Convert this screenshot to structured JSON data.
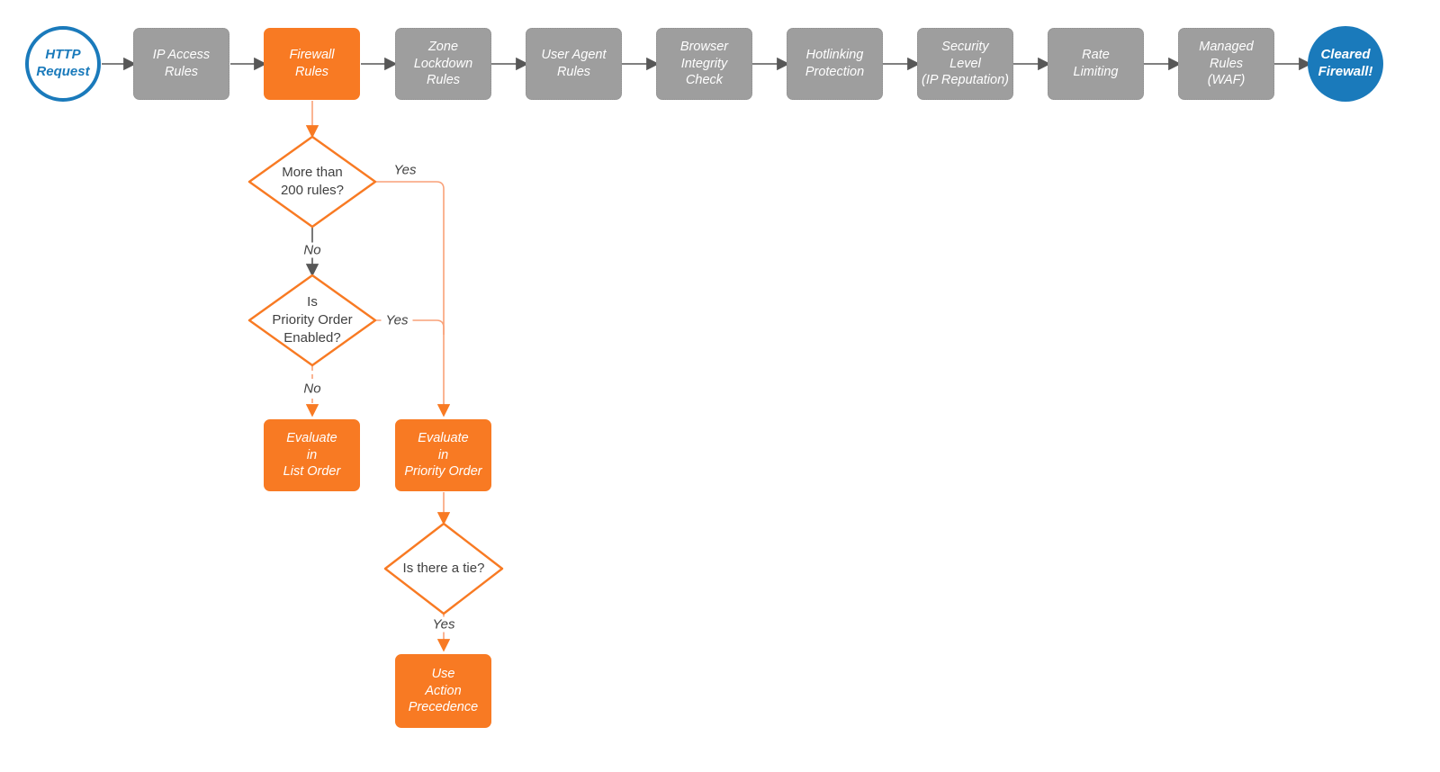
{
  "theme": {
    "orange": "#F87A23",
    "orange-line": "#F9A178",
    "gray-node": "#9E9E9E",
    "gray-node-border": "#8F8F8F",
    "blue": "#1A7ABB",
    "line-gray": "#575757",
    "text-dark": "#414141",
    "node-text": "#FFFFFF",
    "canvas": "#FFFFFF"
  },
  "nodes": {
    "http_request": "HTTP\nRequest",
    "ip_access": "IP Access\nRules",
    "firewall": "Firewall\nRules",
    "zone_lockdown": "Zone\nLockdown\nRules",
    "user_agent": "User Agent\nRules",
    "browser_integrity": "Browser\nIntegrity\nCheck",
    "hotlinking": "Hotlinking\nProtection",
    "security_level": "Security\nLevel\n(IP Reputation)",
    "rate_limiting": "Rate\nLimiting",
    "managed_rules": "Managed\nRules\n(WAF)",
    "cleared_firewall": "Cleared\nFirewall!",
    "more_than_200": "More than\n200 rules?",
    "priority_enabled": "Is\nPriority Order\nEnabled?",
    "is_tie": "Is there a tie?",
    "evaluate_list": "Evaluate\nin\nList Order",
    "evaluate_priority": "Evaluate\nin\nPriority Order",
    "use_action": "Use\nAction\nPrecedence"
  },
  "edge_labels": {
    "yes1": "Yes",
    "no1": "No",
    "yes2": "Yes",
    "no2": "No",
    "yes3": "Yes"
  }
}
